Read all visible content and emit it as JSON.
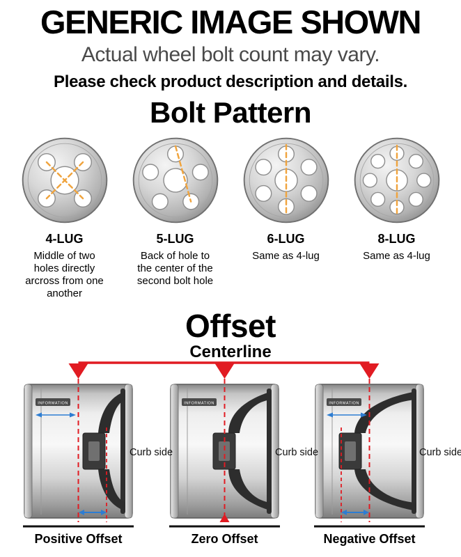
{
  "header": {
    "title": "GENERIC IMAGE SHOWN",
    "subtitle": "Actual wheel bolt count may vary.",
    "note": "Please check product description and details."
  },
  "bolt_pattern": {
    "title": "Bolt Pattern",
    "lugs": [
      {
        "label": "4-LUG",
        "description": "Middle of two holes directly arcross from one another"
      },
      {
        "label": "5-LUG",
        "description": "Back of hole to the center of the second bolt hole"
      },
      {
        "label": "6-LUG",
        "description": "Same as 4-lug"
      },
      {
        "label": "8-LUG",
        "description": "Same as 4-lug"
      }
    ]
  },
  "offset": {
    "title": "Offset",
    "centerline_label": "Centerline",
    "curb_side_label": "Curb side",
    "rim_sticker_text": "INFORMATION",
    "diagrams": [
      {
        "label": "Positive Offset"
      },
      {
        "label": "Zero Offset"
      },
      {
        "label": "Negative Offset"
      }
    ]
  },
  "colors": {
    "marker_red": "#e11b22",
    "measure_orange": "#f0a43e",
    "arrow_blue": "#2d7dd2"
  }
}
